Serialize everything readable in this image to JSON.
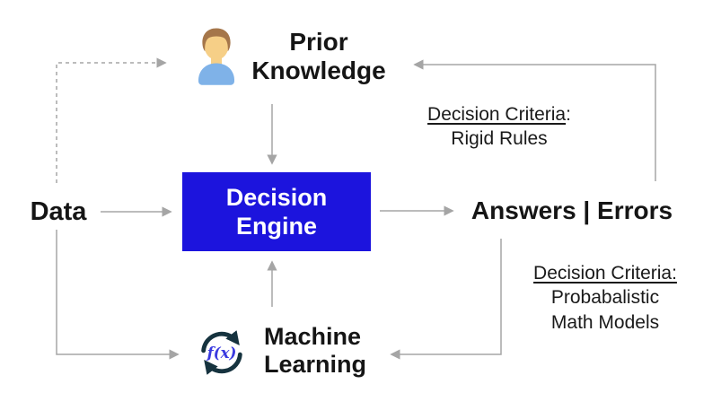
{
  "colors": {
    "engine_box_blue": "#1c14dd",
    "arrow_gray": "#a5a5a5",
    "text_black": "#151515",
    "person_hair": "#a5764a",
    "person_skin": "#f6cf87",
    "person_shirt": "#7fb2e8",
    "fx_arc_teal": "#16333f",
    "fx_text_blue": "#3a3ae0"
  },
  "nodes": {
    "prior_knowledge": {
      "label": "Prior\nKnowledge"
    },
    "decision_engine": {
      "label": "Decision\nEngine"
    },
    "data": {
      "label": "Data"
    },
    "answers": {
      "label": "Answers | Errors"
    },
    "machine_learning": {
      "label": "Machine\nLearning",
      "icon_text": "f(x)"
    }
  },
  "annotations": {
    "rigid": {
      "title": "Decision Criteria",
      "suffix": ":",
      "body": "Rigid Rules"
    },
    "probabilistic": {
      "title": "Decision Criteria:",
      "suffix": "",
      "body": "Probabalistic\nMath Models"
    }
  }
}
